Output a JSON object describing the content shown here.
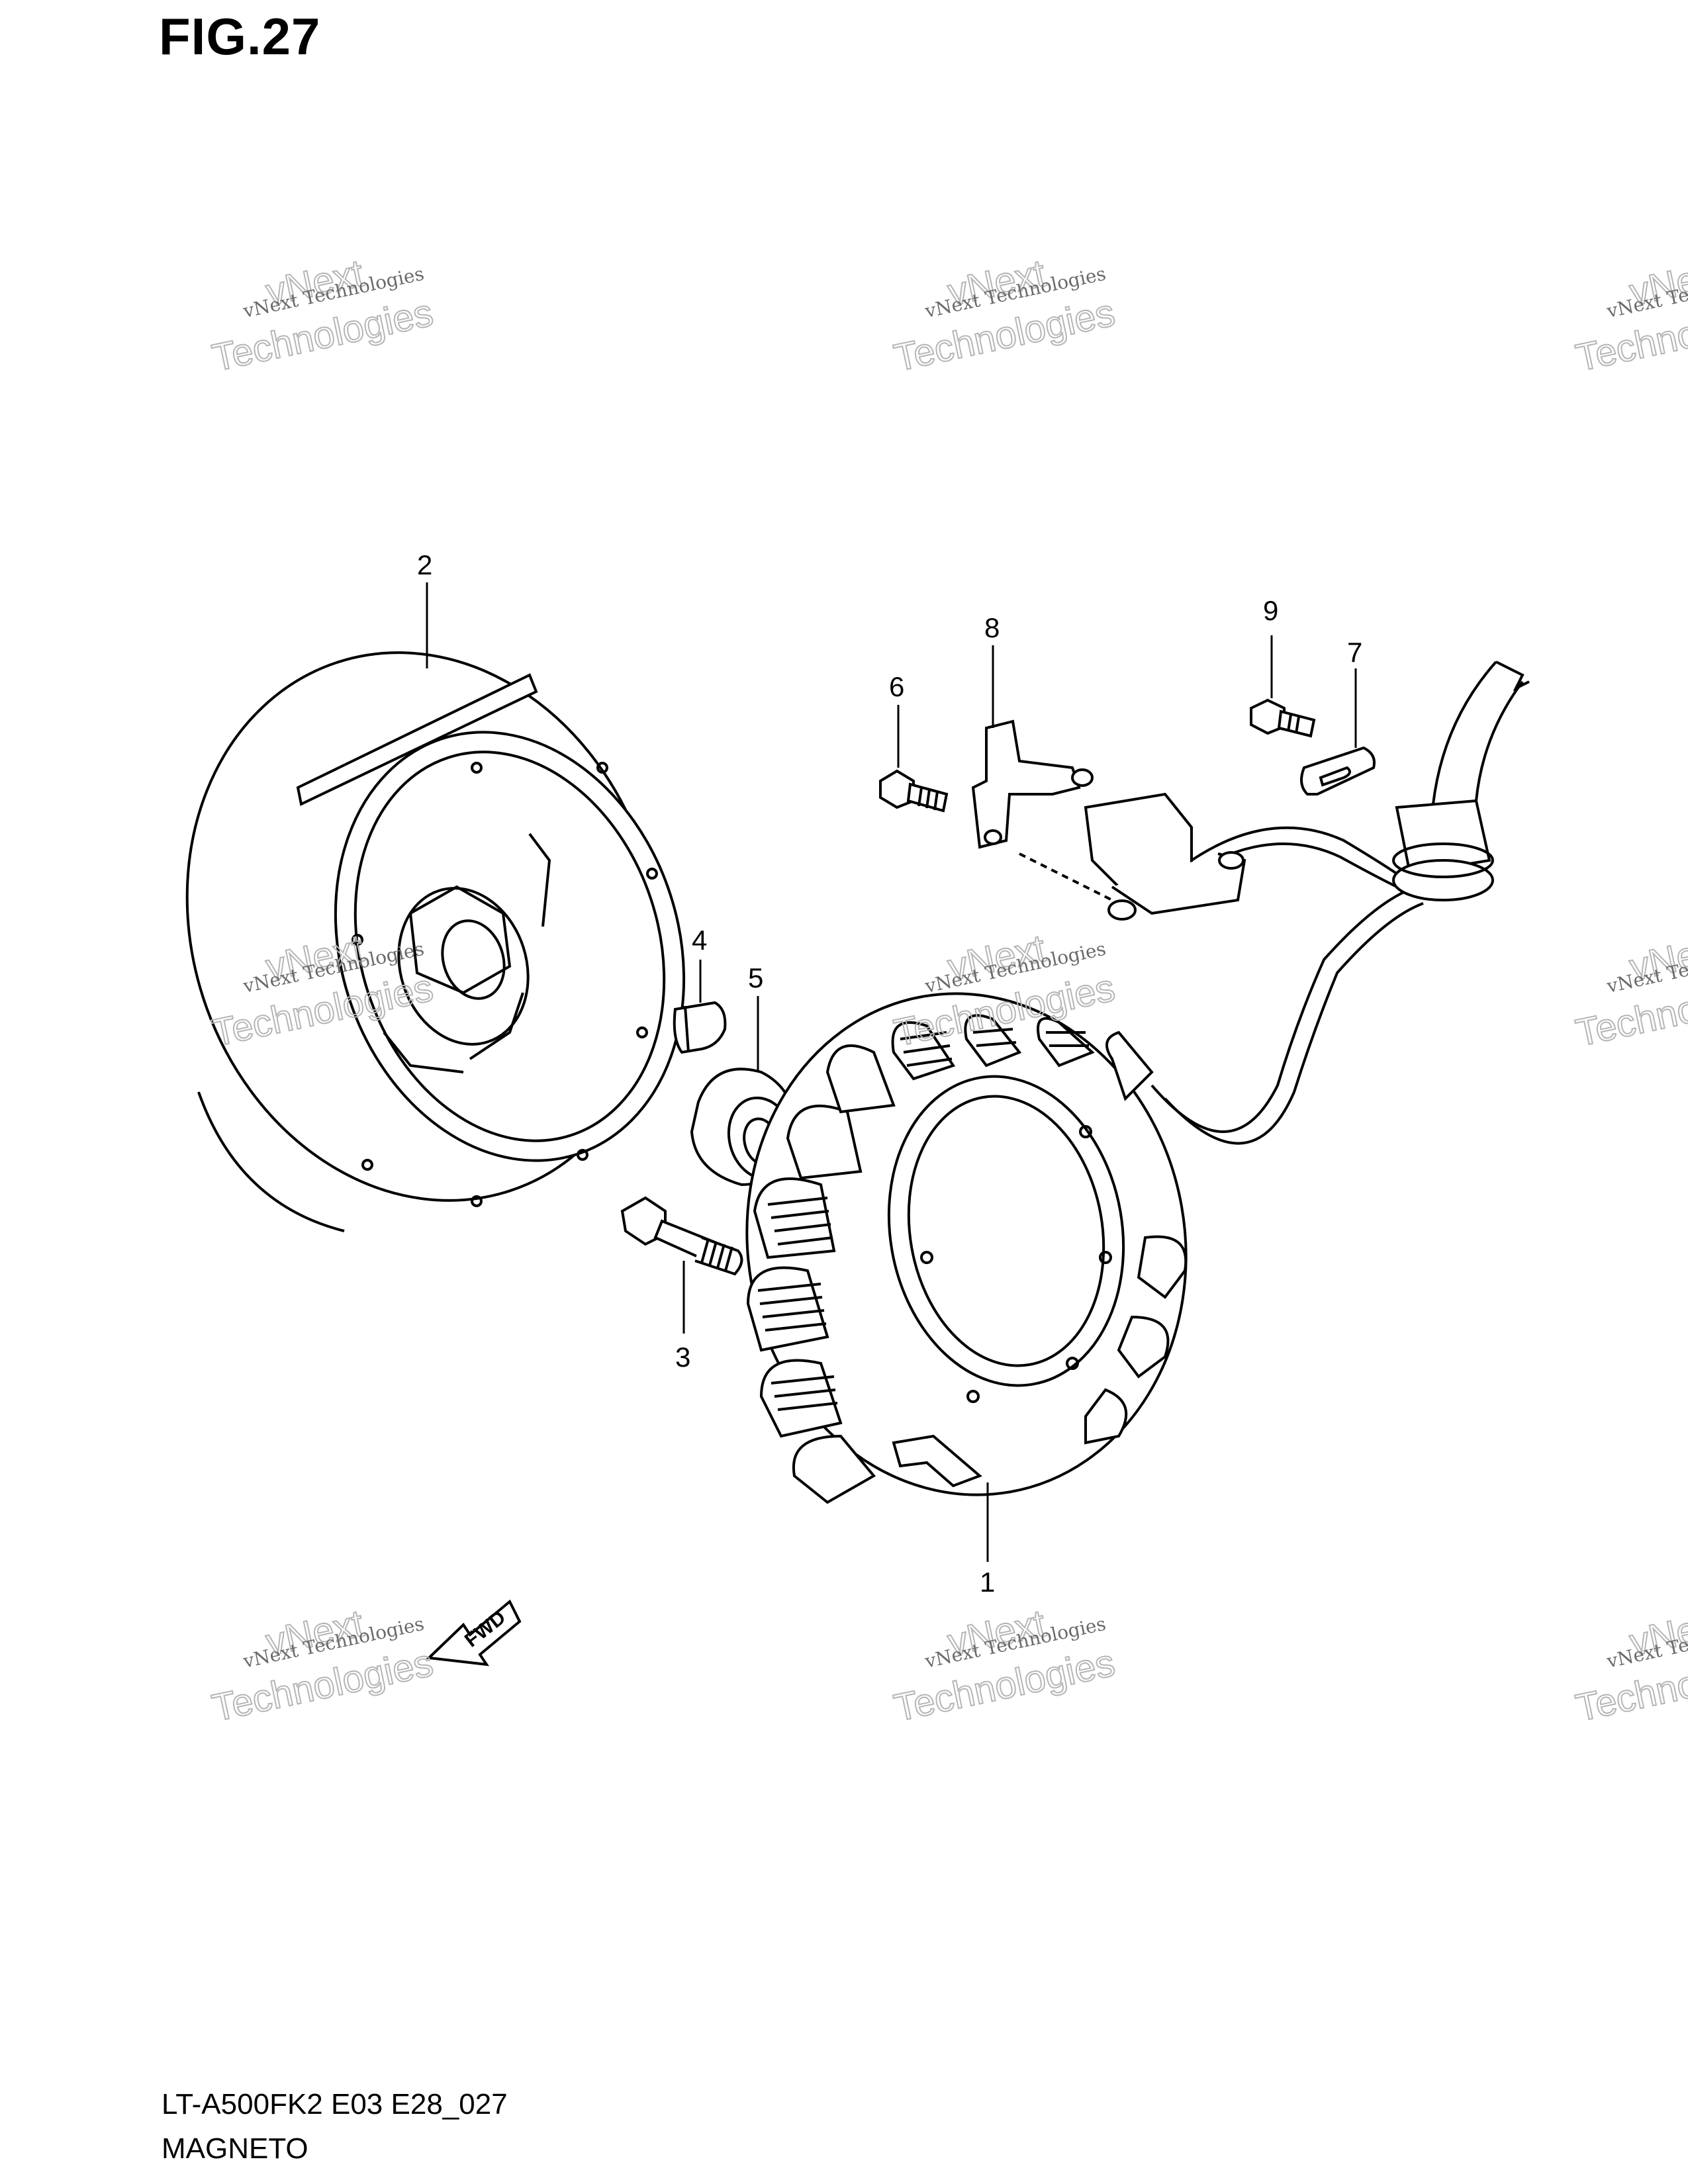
{
  "figure": {
    "title": "FIG.27",
    "model_code": "LT-A500FK2 E03 E28_027",
    "section_name": "MAGNETO"
  },
  "callouts": [
    "1",
    "2",
    "3",
    "4",
    "5",
    "6",
    "7",
    "8",
    "9"
  ],
  "direction_arrow": {
    "label": "FWD"
  },
  "watermark": {
    "line1": "vNext Technologies",
    "line2": "vNext",
    "line3": "Technologies"
  },
  "colors": {
    "ink": "#000000",
    "watermark": "#b5b5b5",
    "background": "#ffffff"
  }
}
